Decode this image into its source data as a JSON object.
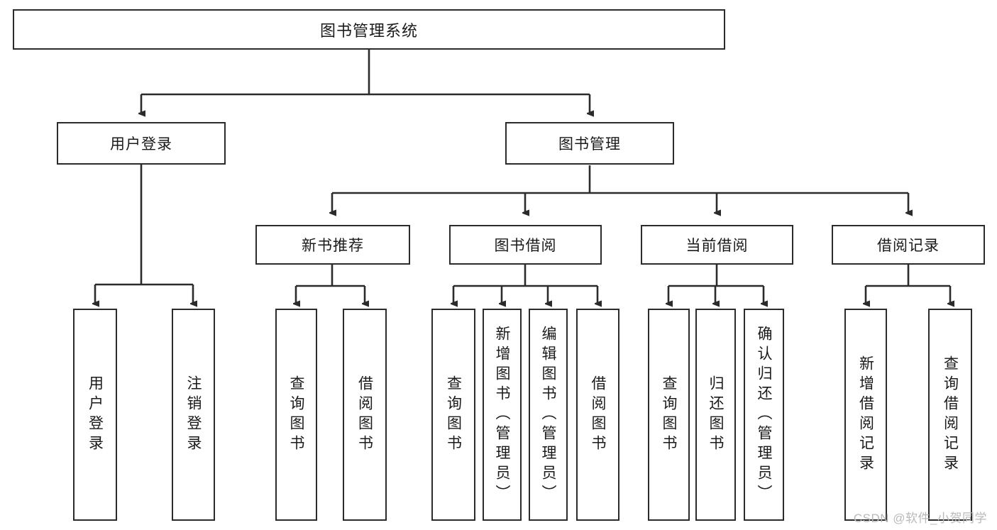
{
  "diagram": {
    "title": "图书管理系统",
    "watermark": "CSDN @软件_小贺同学",
    "colors": {
      "stroke": "#2b2b2b",
      "fill": "#ffffff",
      "text": "#1a1a1a",
      "watermark": "#b9b9b9"
    },
    "root": {
      "label": "图书管理系统"
    },
    "level1": [
      {
        "label": "用户登录"
      },
      {
        "label": "图书管理"
      }
    ],
    "level2": [
      {
        "label": "新书推荐"
      },
      {
        "label": "图书借阅"
      },
      {
        "label": "当前借阅"
      },
      {
        "label": "借阅记录"
      }
    ],
    "leaves": [
      {
        "label": "用户登录",
        "parent": "用户登录"
      },
      {
        "label": "注销登录",
        "parent": "用户登录"
      },
      {
        "label": "查询图书",
        "parent": "新书推荐"
      },
      {
        "label": "借阅图书",
        "parent": "新书推荐"
      },
      {
        "label": "查询图书",
        "parent": "图书借阅"
      },
      {
        "label": "新增图书（管理员）",
        "parent": "图书借阅"
      },
      {
        "label": "编辑图书（管理员）",
        "parent": "图书借阅"
      },
      {
        "label": "借阅图书",
        "parent": "图书借阅"
      },
      {
        "label": "查询图书",
        "parent": "当前借阅"
      },
      {
        "label": "归还图书",
        "parent": "当前借阅"
      },
      {
        "label": "确认归还（管理员）",
        "parent": "当前借阅"
      },
      {
        "label": "新增借阅记录",
        "parent": "借阅记录"
      },
      {
        "label": "查询借阅记录",
        "parent": "借阅记录"
      }
    ]
  }
}
